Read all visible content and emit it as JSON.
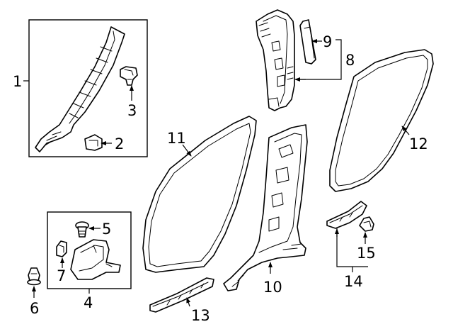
{
  "callouts": {
    "c1": "1",
    "c2": "2",
    "c3": "3",
    "c4": "4",
    "c5": "5",
    "c6": "6",
    "c7": "7",
    "c8": "8",
    "c9": "9",
    "c10": "10",
    "c11": "11",
    "c12": "12",
    "c13": "13",
    "c14": "14",
    "c15": "15"
  },
  "colors": {
    "line": "#000000",
    "background": "#ffffff",
    "shading": "#d9d9d9"
  }
}
